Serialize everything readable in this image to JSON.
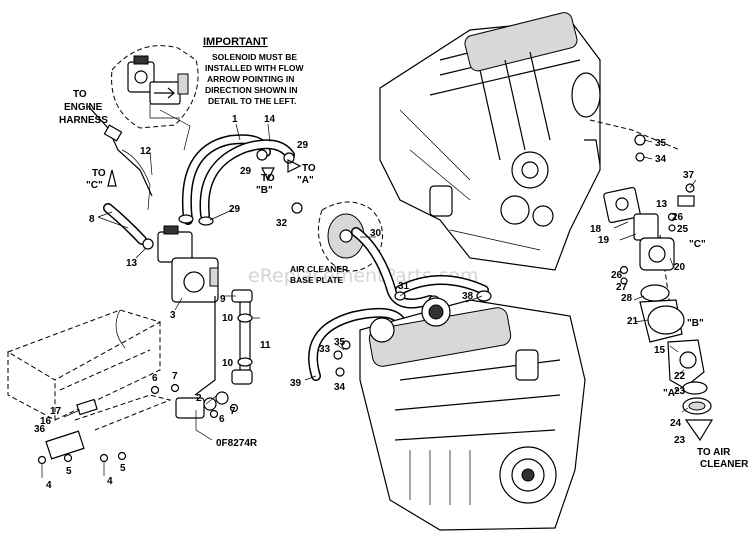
{
  "note": {
    "heading": "IMPORTANT",
    "lines": [
      "SOLENOID MUST BE",
      "INSTALLED WITH FLOW",
      "ARROW POINTING IN",
      "DIRECTION SHOWN IN",
      "DETAIL TO THE LEFT."
    ]
  },
  "callouts": {
    "to_engine_harness": [
      "TO",
      "ENGINE",
      "HARNESS"
    ],
    "to_c_left": [
      "TO",
      "\"C\""
    ],
    "to_b": [
      "TO",
      "\"B\""
    ],
    "to_a": [
      "TO",
      "\"A\""
    ],
    "air_cleaner_base_plate": [
      "AIR CLEANER",
      "BASE PLATE"
    ],
    "to_air_cleaner": [
      "TO AIR",
      "CLEANER"
    ],
    "marker_b": "\"B\"",
    "marker_a": "\"A\"",
    "marker_c": "\"C\""
  },
  "drawing_number": "0F8274R",
  "watermark": "eReplacementParts.com",
  "part_labels": {
    "p1": "1",
    "p2": "2",
    "p3": "3",
    "p4a": "4",
    "p4b": "4",
    "p5a": "5",
    "p5b": "5",
    "p6a": "6",
    "p6b": "6",
    "p7a": "7",
    "p7b": "7",
    "p8": "8",
    "p9": "9",
    "p10a": "10",
    "p10b": "10",
    "p11": "11",
    "p12": "12",
    "p13a": "13",
    "p13b": "13",
    "p14": "14",
    "p15": "15",
    "p16": "16",
    "p17": "17",
    "p18": "18",
    "p19": "19",
    "p20": "20",
    "p21": "21",
    "p22": "22",
    "p23a": "23",
    "p23b": "23",
    "p24": "24",
    "p25": "25",
    "p26a": "26",
    "p26b": "26",
    "p27": "27",
    "p28": "28",
    "p29a": "29",
    "p29b": "29",
    "p29c": "29",
    "p30": "30",
    "p31": "31",
    "p32": "32",
    "p33": "33",
    "p34a": "34",
    "p34b": "34",
    "p35a": "35",
    "p35b": "35",
    "p36": "36",
    "p37": "37",
    "p38": "38",
    "p39": "39"
  }
}
